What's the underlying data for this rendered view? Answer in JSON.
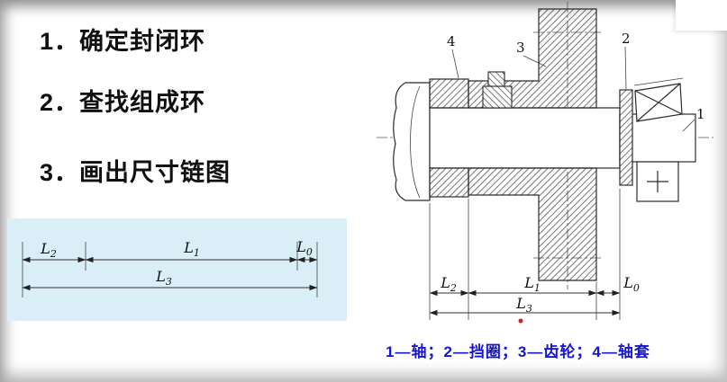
{
  "steps": [
    {
      "label": "1．确定封闭环"
    },
    {
      "label": "2．查找组成环"
    },
    {
      "label": "3．画出尺寸链图"
    }
  ],
  "dims": {
    "l0": {
      "base": "L",
      "sub": "0"
    },
    "l1": {
      "base": "L",
      "sub": "1"
    },
    "l2": {
      "base": "L",
      "sub": "2"
    },
    "l3": {
      "base": "L",
      "sub": "3"
    }
  },
  "drawing": {
    "callout_1": "1",
    "callout_2": "2",
    "callout_3": "3",
    "callout_4": "4"
  },
  "caption": "1—轴；2—挡圈；3—齿轮；4—轴套",
  "colors": {
    "chain_box_bg": "#d9eef6",
    "caption_blue": "#1616d0",
    "marker_red": "#cc2222",
    "line_dark": "#2b2b2b"
  }
}
